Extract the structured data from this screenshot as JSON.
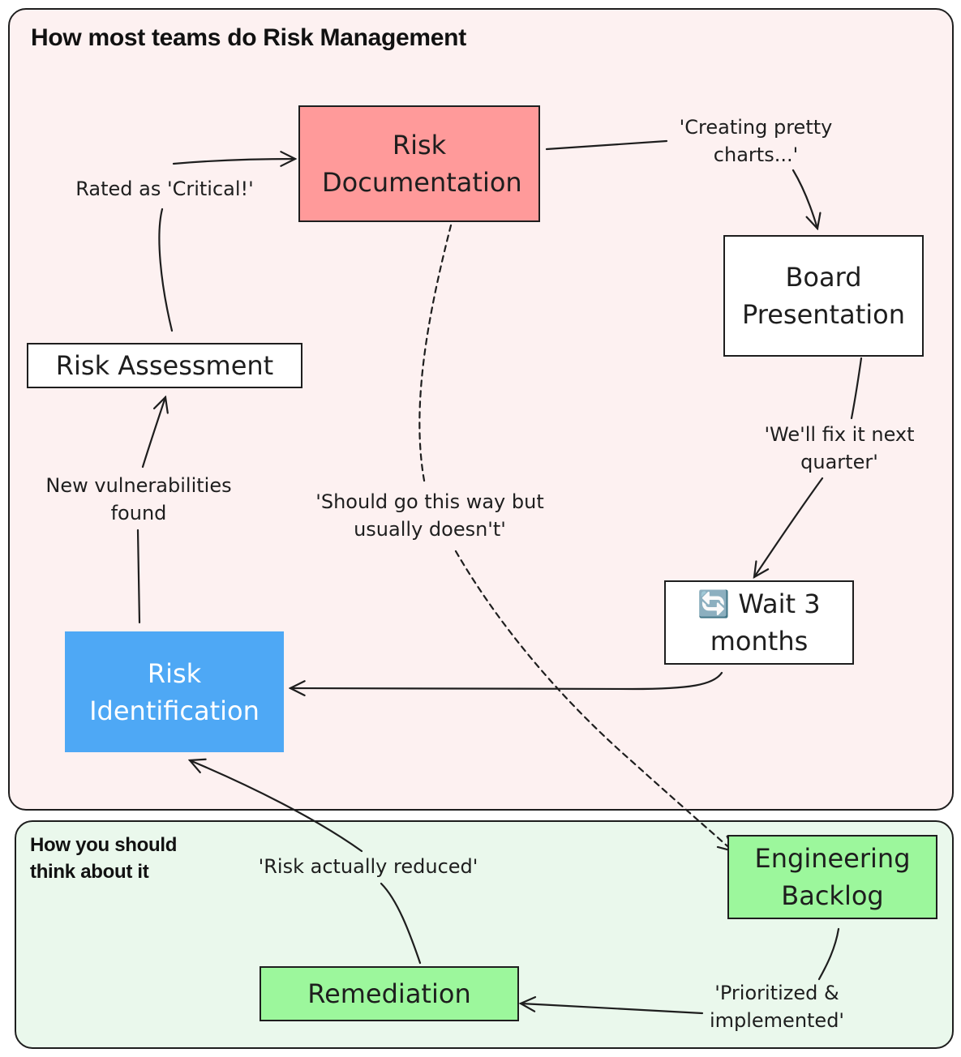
{
  "panels": {
    "top_title": "How most teams do Risk Management",
    "bottom_title": "How you should think about it"
  },
  "nodes": {
    "risk_documentation": "Risk Documentation",
    "board_presentation": "Board Presentation",
    "risk_assessment": "Risk Assessment",
    "wait_3_months": "🔄 Wait 3 months",
    "risk_identification": "Risk Identification",
    "engineering_backlog": "Engineering Backlog",
    "remediation": "Remediation"
  },
  "edge_labels": {
    "rated_critical": "Rated as 'Critical!'",
    "creating_pretty_charts": "'Creating pretty charts...'",
    "new_vulnerabilities": "New vulnerabilities found",
    "should_go_this_way": "'Should go this way but usually doesn't'",
    "fix_next_quarter": "'We'll fix it next quarter'",
    "risk_actually_reduced": "'Risk actually reduced'",
    "prioritized_implemented": "'Prioritized & implemented'"
  },
  "colors": {
    "top_panel_bg": "#fdf1f1",
    "bottom_panel_bg": "#eaf8ec",
    "documentation_fill": "#ff9a9a",
    "identification_fill": "#4ea8f5",
    "green_fill": "#9cf79c",
    "stroke": "#1e1e1e"
  }
}
